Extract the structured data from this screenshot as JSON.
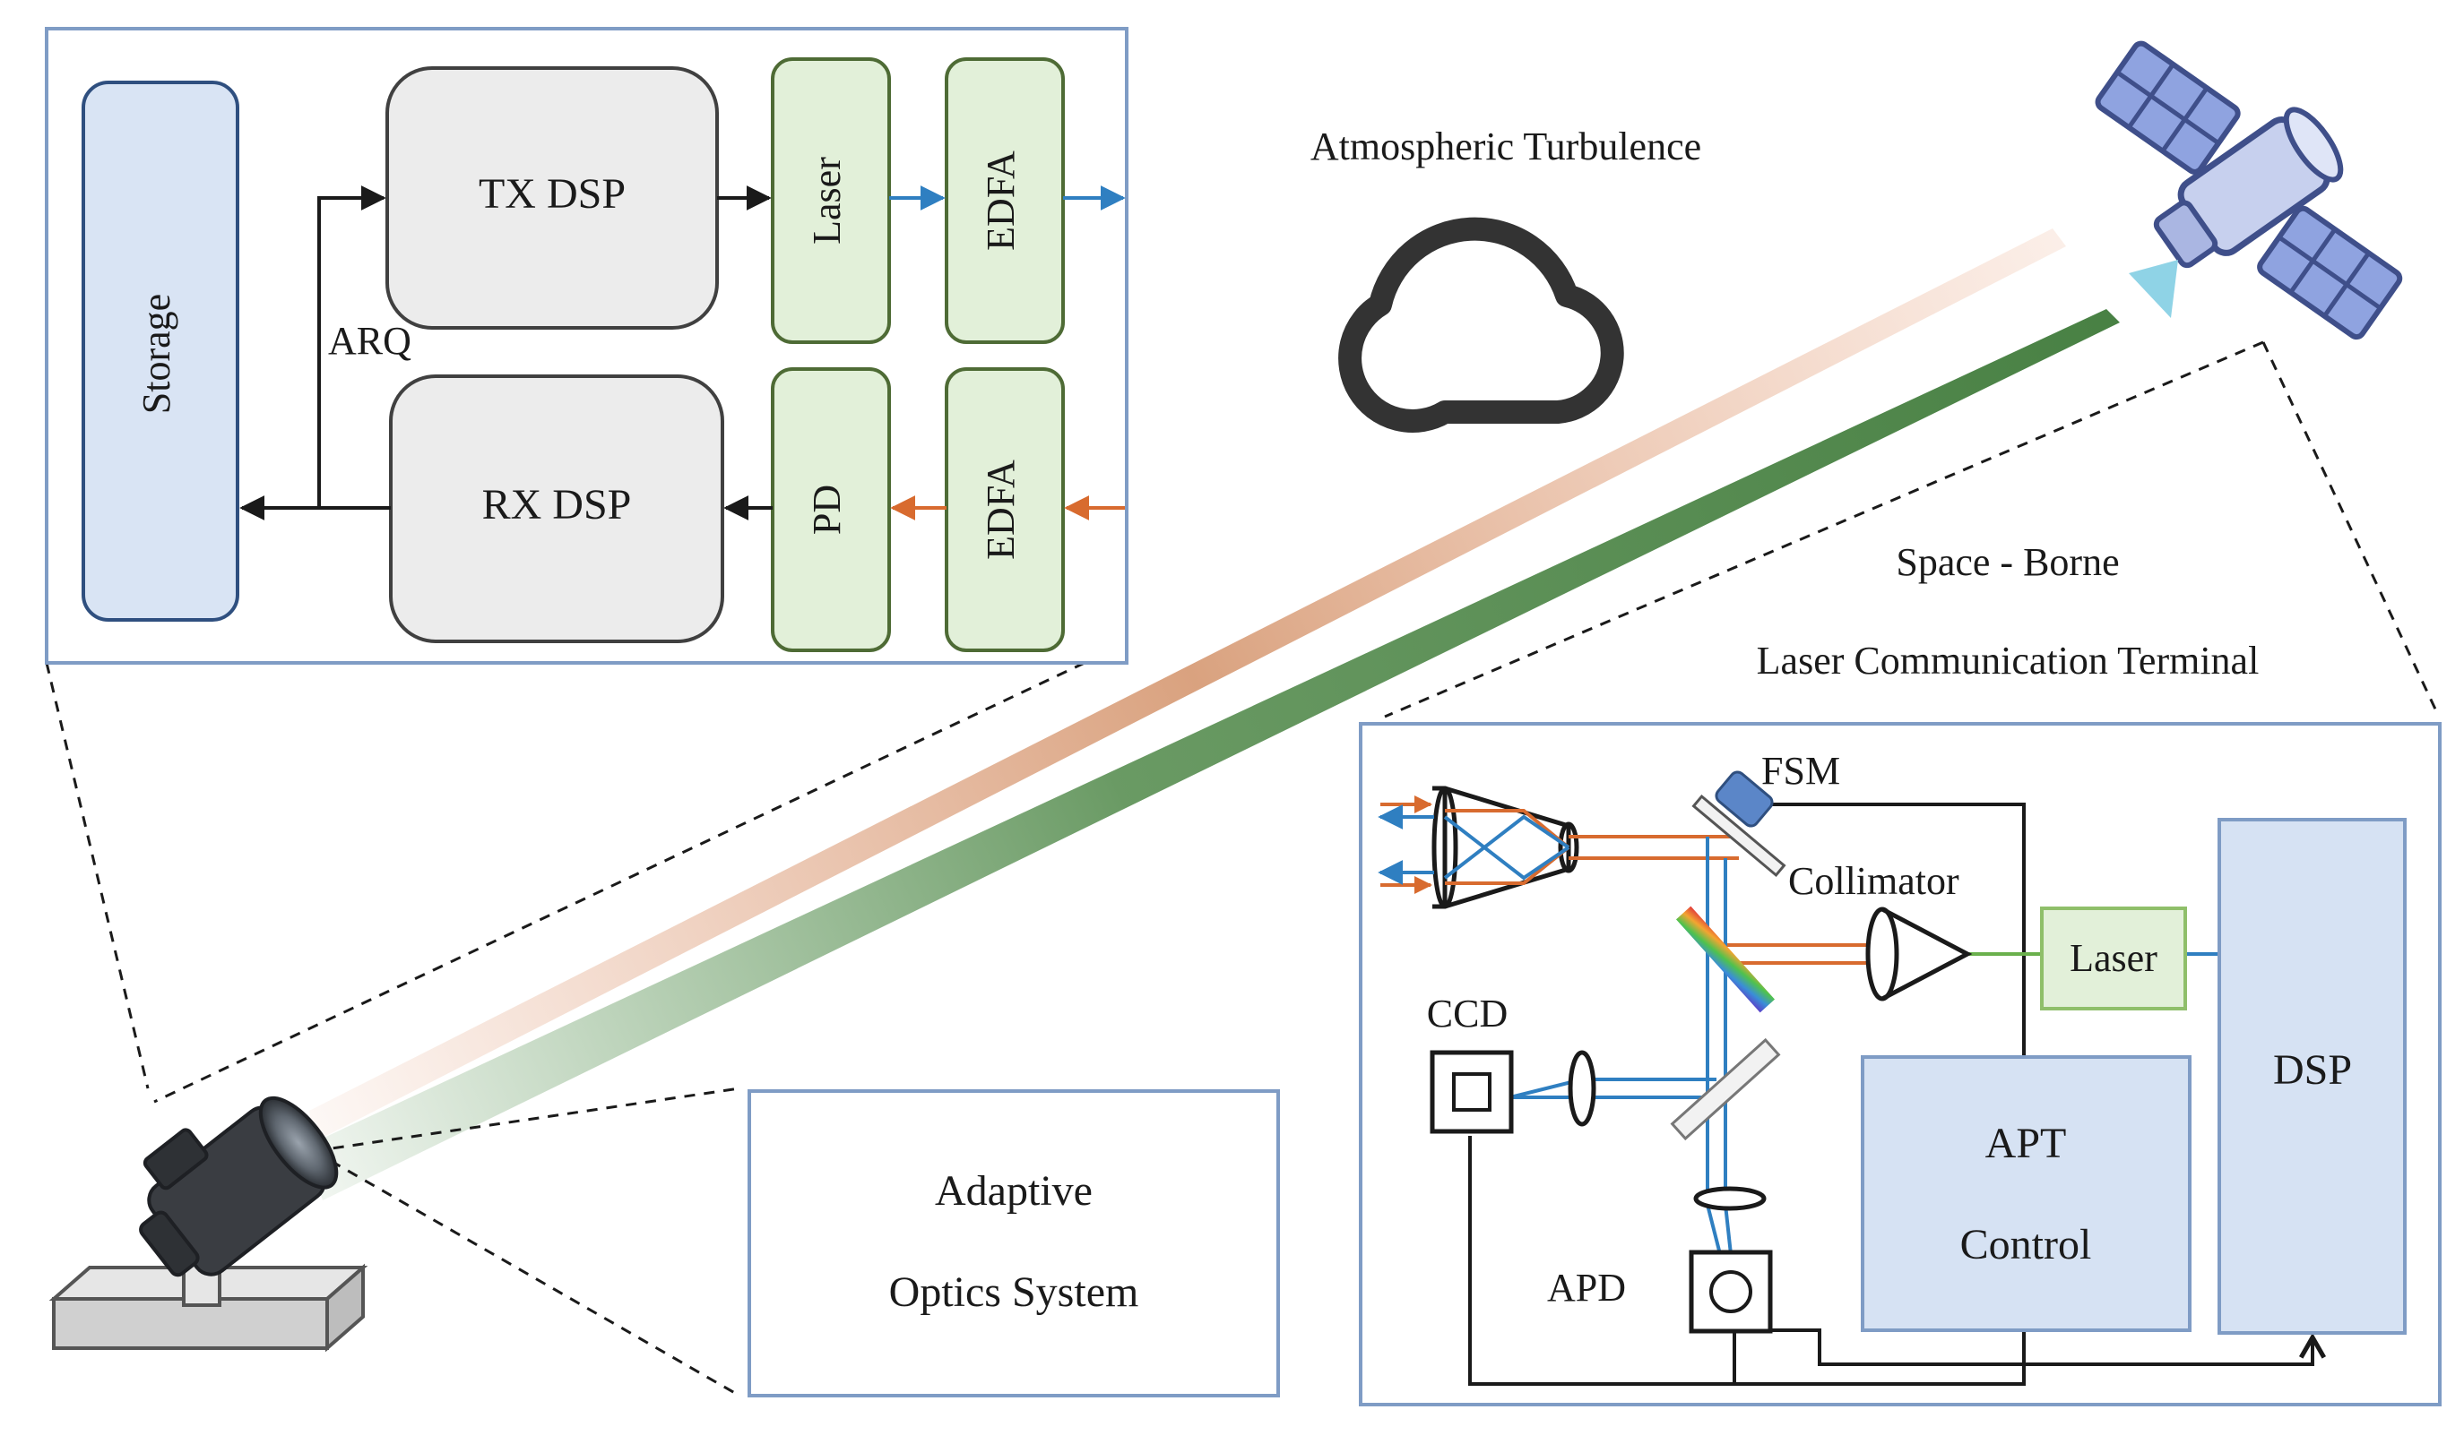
{
  "top_left_block": {
    "storage": "Storage",
    "tx_dsp": "TX DSP",
    "rx_dsp": "RX DSP",
    "arq": "ARQ",
    "laser": "Laser",
    "edfa_tx": "EDFA",
    "pd": "PD",
    "edfa_rx": "EDFA"
  },
  "channel": {
    "title": "Atmospheric Turbulence"
  },
  "terminal": {
    "title_line1": "Space - Borne",
    "title_line2": "Laser Communication Terminal",
    "fsm": "FSM",
    "collimator": "Collimator",
    "laser": "Laser",
    "dsp": "DSP",
    "ccd": "CCD",
    "apt_line1": "APT",
    "apt_line2": "Control",
    "apd": "APD"
  },
  "ground": {
    "ao_line1": "Adaptive",
    "ao_line2": "Optics System"
  },
  "colors": {
    "panel_border": "#7f9cc5",
    "storage_fill": "#d9e4f4",
    "dsp_fill": "#ececec",
    "component_fill": "#e2f0d9",
    "component_border": "#4e6b35",
    "tx_arrow": "#2f7fc1",
    "rx_arrow": "#d86b2f",
    "beam_green": "#4a8a45",
    "beam_orange": "#d87a4a",
    "block_fill": "#d6e2f3"
  }
}
